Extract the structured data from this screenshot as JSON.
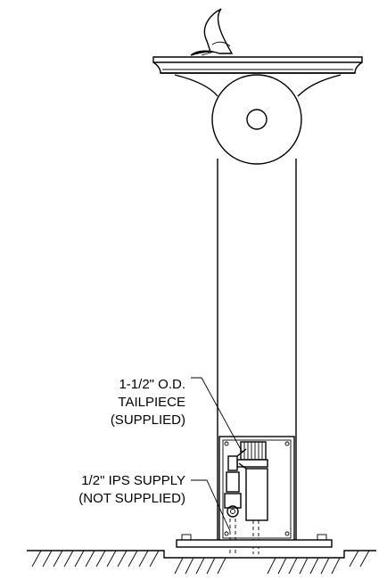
{
  "callouts": [
    {
      "id": "tailpiece",
      "lines": [
        "1-1/2\" O.D.",
        "TAILPIECE",
        "(SUPPLIED)"
      ]
    },
    {
      "id": "supply",
      "lines": [
        "1/2\" IPS SUPPLY",
        "(NOT SUPPLIED)"
      ]
    }
  ]
}
